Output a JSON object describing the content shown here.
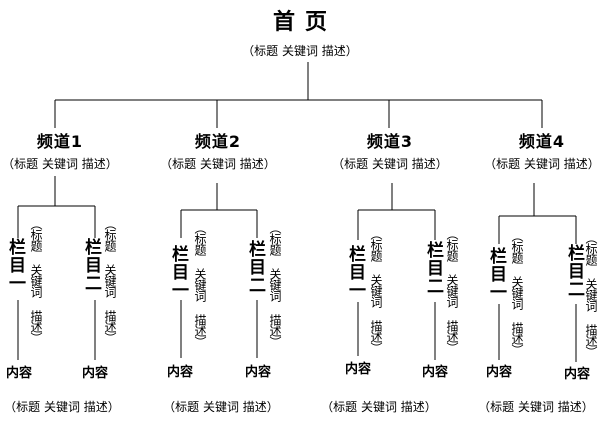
{
  "home": {
    "title": "首页",
    "subtitle": "（标题 关键词 描述）"
  },
  "channels": [
    {
      "title": "频道1",
      "subtitle": "（标题 关键词 描述）"
    },
    {
      "title": "频道2",
      "subtitle": "（标题 关键词 描述）"
    },
    {
      "title": "频道3",
      "subtitle": "（标题 关键词 描述）"
    },
    {
      "title": "频道4",
      "subtitle": "（标题 关键词 描述）"
    }
  ],
  "columns": [
    {
      "title": "栏目一",
      "subtitle": "（标题 关键词 描述）"
    },
    {
      "title": "栏目二",
      "subtitle": "（标题 关键词 描述）"
    }
  ],
  "content": {
    "title": "内容",
    "subtitle": "（标题 关键词 描述）"
  }
}
